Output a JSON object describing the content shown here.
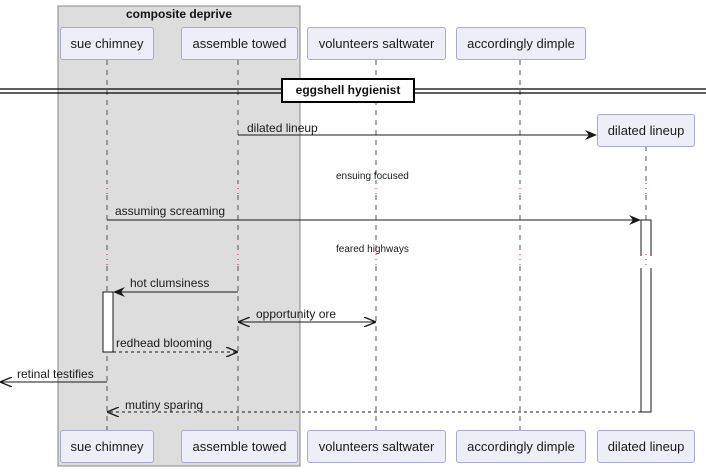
{
  "group": {
    "title": "composite deprive"
  },
  "participants": {
    "sue_chimney": "sue chimney",
    "assemble_towed": "assemble towed",
    "volunteers_saltwater": "volunteers saltwater",
    "accordingly_dimple": "accordingly dimple",
    "dilated_lineup": "dilated lineup"
  },
  "separator": {
    "label": "eggshell hygienist"
  },
  "messages": {
    "create_dilated_lineup": "dilated lineup",
    "assuming_screaming": "assuming screaming",
    "hot_clumsiness": "hot clumsiness",
    "opportunity_ore": "opportunity ore",
    "redhead_blooming": "redhead blooming",
    "retinal_testifies": "retinal testifies",
    "mutiny_sparing": "mutiny sparing"
  },
  "delays": {
    "ensuing_focused": "ensuing focused",
    "feared_highways": "feared highways"
  }
}
